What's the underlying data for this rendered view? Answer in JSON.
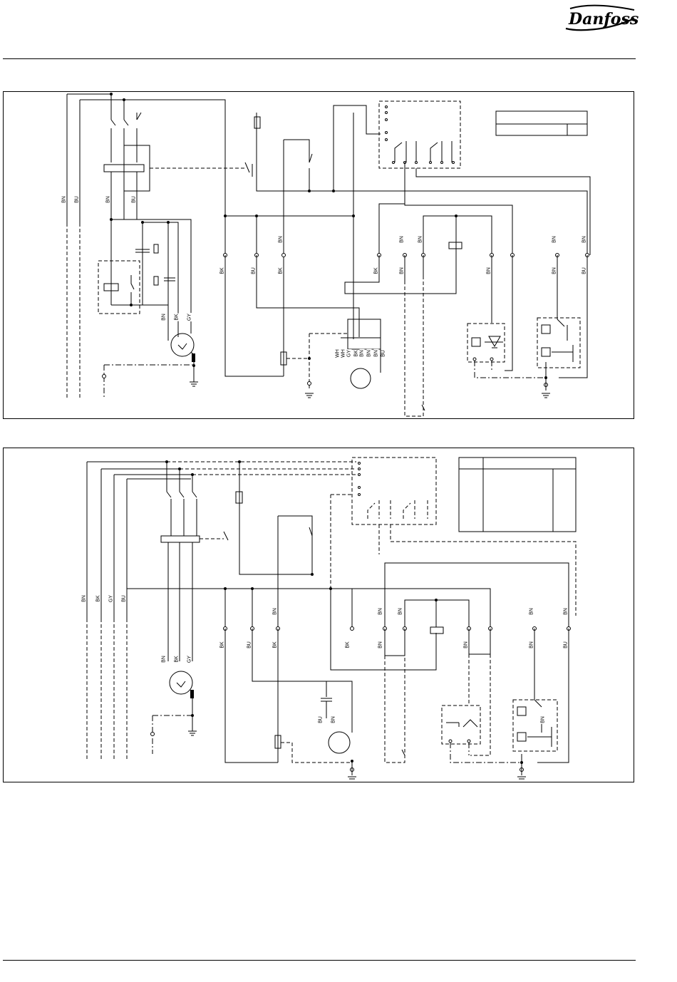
{
  "header": {
    "brand_logo": "Danfoss"
  },
  "diagram_1": {
    "wire_labels": [
      {
        "id": "w1a",
        "text": "BN"
      },
      {
        "id": "w1b",
        "text": "BU"
      },
      {
        "id": "w1c",
        "text": "BN"
      },
      {
        "id": "w1d",
        "text": "BU"
      },
      {
        "id": "w1e",
        "text": "BN"
      },
      {
        "id": "w1f",
        "text": "BK"
      },
      {
        "id": "w1g",
        "text": "GY"
      },
      {
        "id": "w1h",
        "text": "BK"
      },
      {
        "id": "w1i",
        "text": "BU"
      },
      {
        "id": "w1j",
        "text": "BN"
      },
      {
        "id": "w1k",
        "text": "BK"
      },
      {
        "id": "w1l",
        "text": "BK"
      },
      {
        "id": "w1m",
        "text": "BN"
      },
      {
        "id": "w1n",
        "text": "BN"
      },
      {
        "id": "w1o",
        "text": "BN"
      },
      {
        "id": "w1p",
        "text": "BN"
      },
      {
        "id": "w1q",
        "text": "BN"
      },
      {
        "id": "w1r",
        "text": "BN"
      },
      {
        "id": "w1s",
        "text": "BN"
      },
      {
        "id": "w1t",
        "text": "BU"
      },
      {
        "id": "w1u",
        "text": "WH"
      },
      {
        "id": "w1v",
        "text": "WH"
      },
      {
        "id": "w1w",
        "text": "GY"
      },
      {
        "id": "w1x",
        "text": "BK"
      },
      {
        "id": "w1y",
        "text": "BN"
      },
      {
        "id": "w1z",
        "text": "BU"
      },
      {
        "id": "w1aa",
        "text": "BN"
      },
      {
        "id": "w1ab",
        "text": "BN"
      }
    ]
  },
  "diagram_2": {
    "wire_labels": [
      {
        "id": "w2a",
        "text": "BN"
      },
      {
        "id": "w2b",
        "text": "BK"
      },
      {
        "id": "w2c",
        "text": "GY"
      },
      {
        "id": "w2d",
        "text": "BU"
      },
      {
        "id": "w2e",
        "text": "BN"
      },
      {
        "id": "w2f",
        "text": "BK"
      },
      {
        "id": "w2g",
        "text": "GY"
      },
      {
        "id": "w2h",
        "text": "BK"
      },
      {
        "id": "w2i",
        "text": "BU"
      },
      {
        "id": "w2j",
        "text": "BN"
      },
      {
        "id": "w2k",
        "text": "BK"
      },
      {
        "id": "w2l",
        "text": "BK"
      },
      {
        "id": "w2m",
        "text": "BN"
      },
      {
        "id": "w2n",
        "text": "BN"
      },
      {
        "id": "w2o",
        "text": "BN"
      },
      {
        "id": "w2p",
        "text": "BN"
      },
      {
        "id": "w2q",
        "text": "BN"
      },
      {
        "id": "w2r",
        "text": "BN"
      },
      {
        "id": "w2s",
        "text": "BN"
      },
      {
        "id": "w2t",
        "text": "BU"
      },
      {
        "id": "w2u",
        "text": "BU"
      },
      {
        "id": "w2v",
        "text": "BN"
      },
      {
        "id": "w2w",
        "text": "BN"
      }
    ]
  },
  "colors": {
    "ink": "#000000",
    "paper": "#ffffff"
  }
}
